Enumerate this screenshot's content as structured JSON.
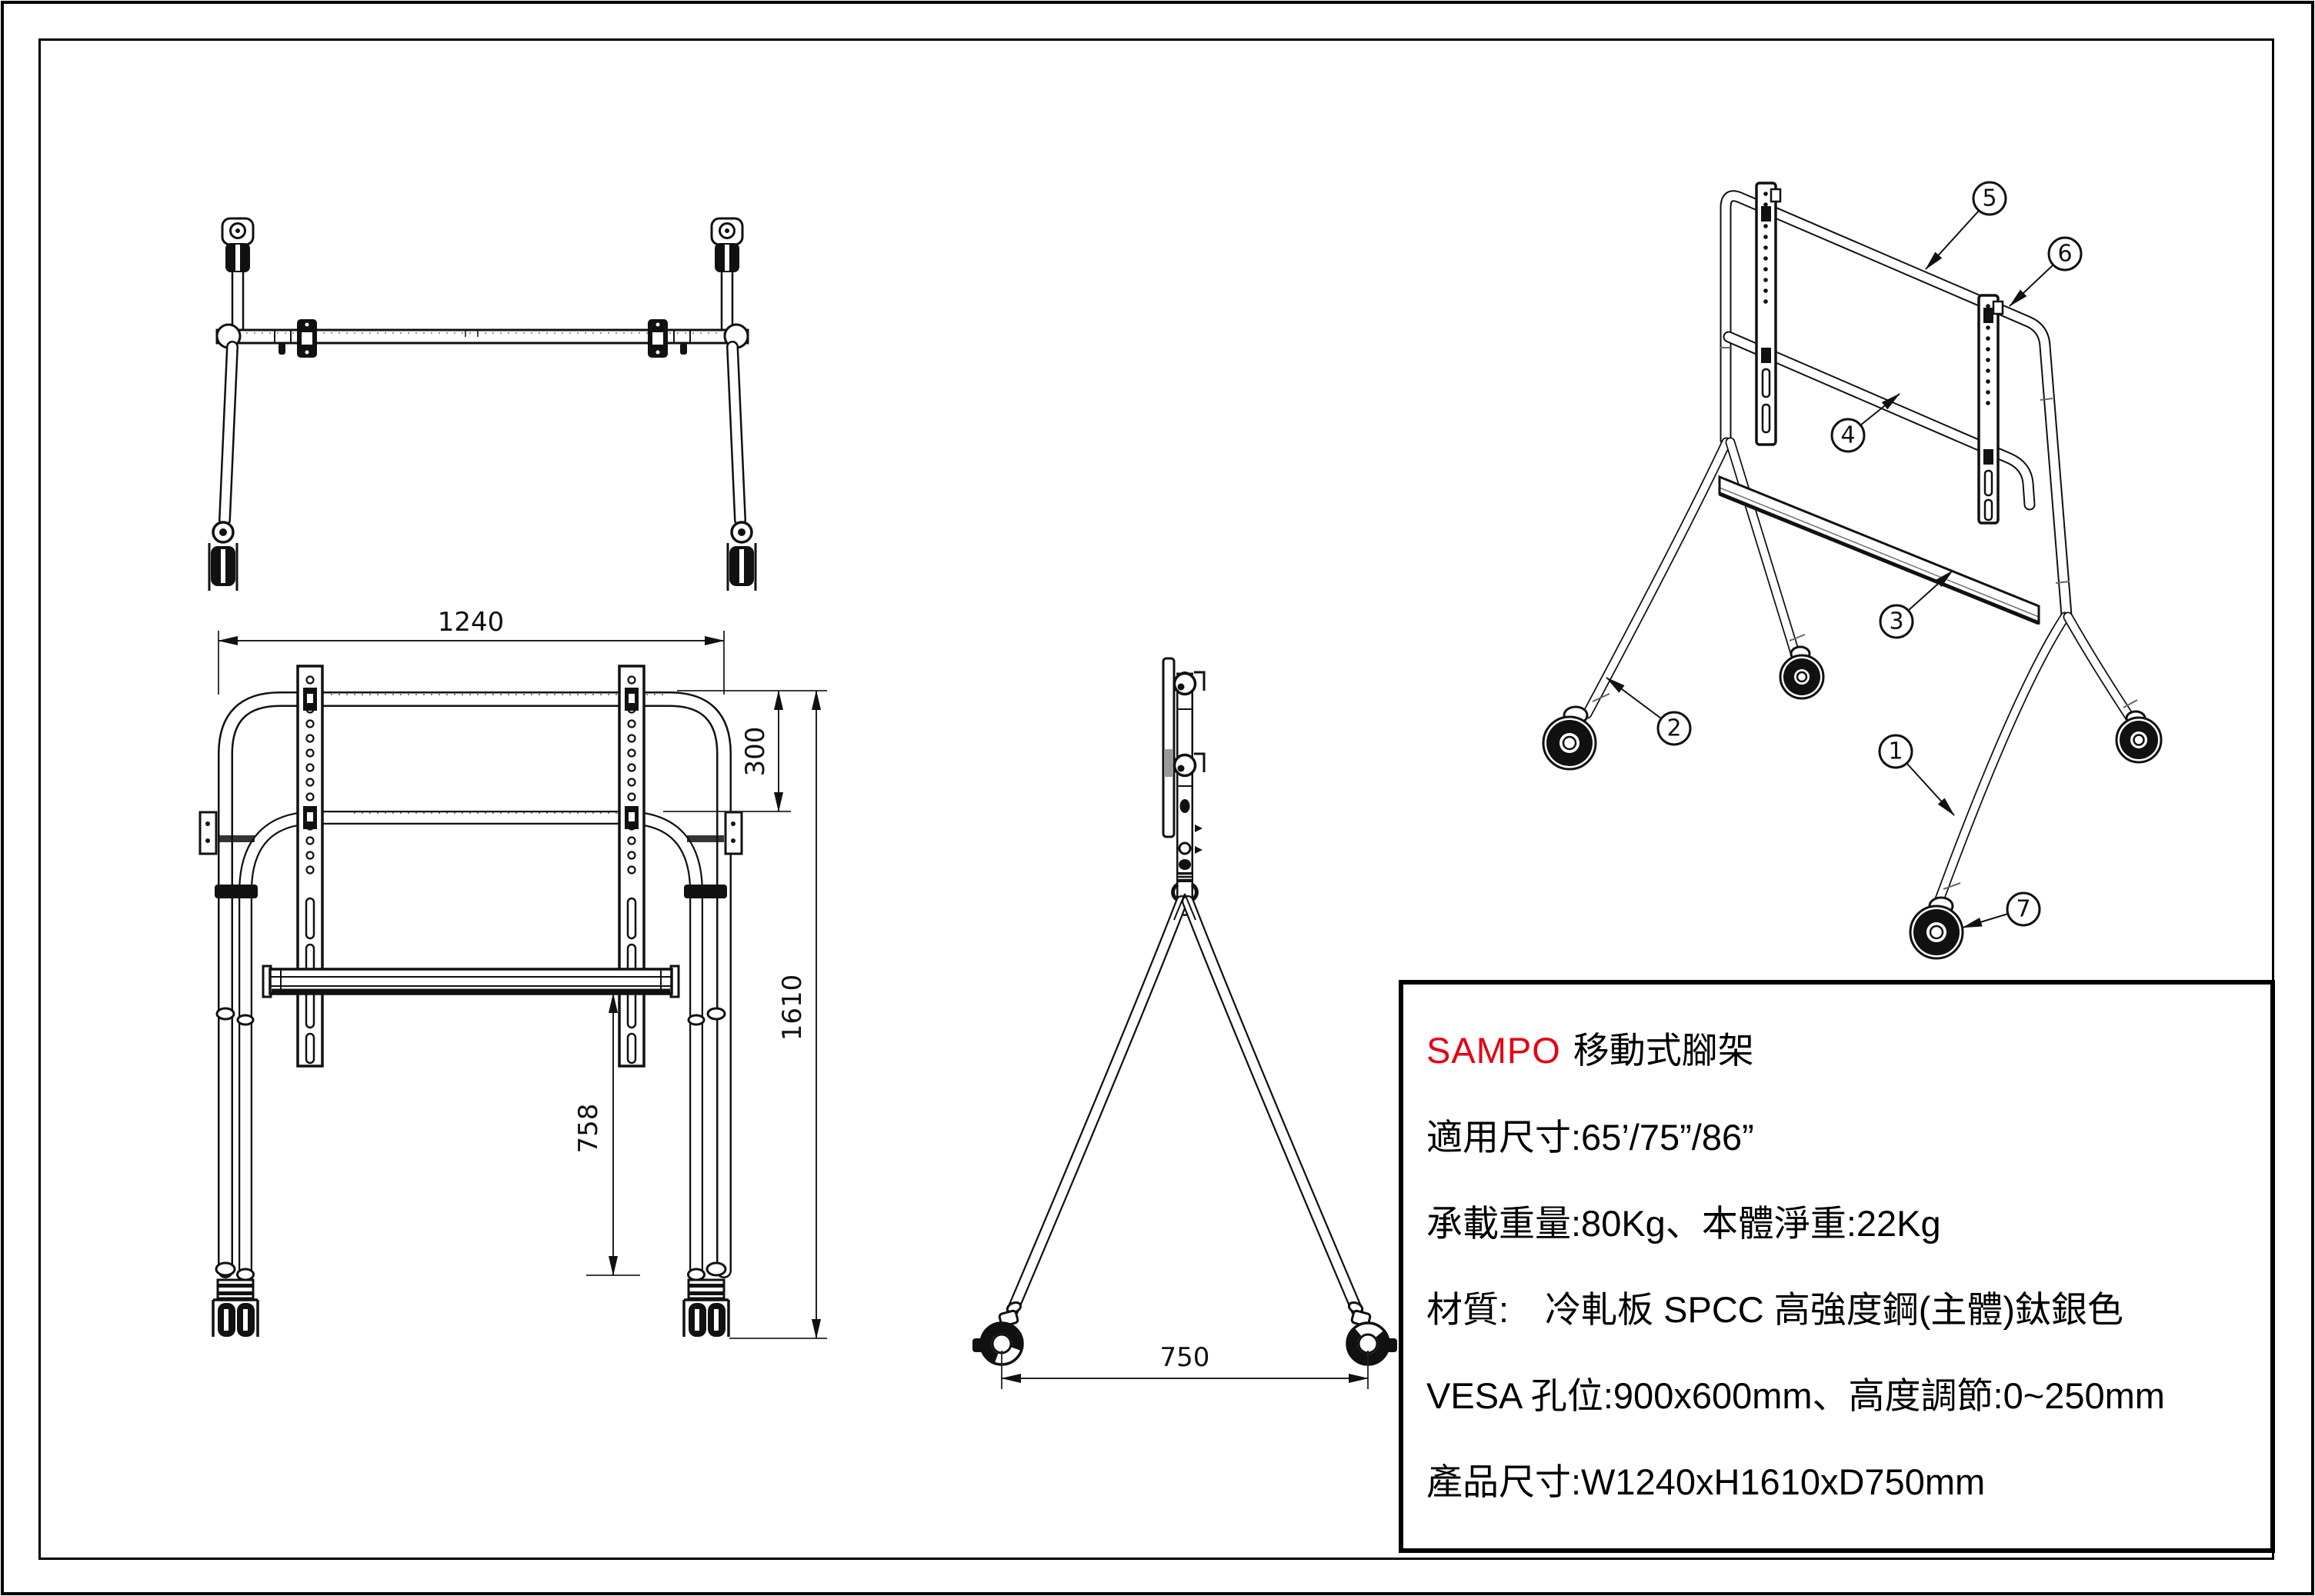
{
  "page": {
    "background": "#ffffff",
    "line_color": "#111111",
    "accent_red": "#e60012"
  },
  "dimensions": {
    "front_width": "1240",
    "front_rail_offset": "300",
    "front_total_height": "1610",
    "front_tray_height": "758",
    "side_depth": "750"
  },
  "callouts": {
    "labels": [
      "1",
      "2",
      "3",
      "4",
      "5",
      "6",
      "7"
    ]
  },
  "specs": {
    "brand": "SAMPO",
    "product": "移動式腳架",
    "lines": [
      "適用尺寸:65’/75”/86”",
      "承載重量:80Kg、本體淨重:22Kg",
      "材質:　冷軋板 SPCC 高強度鋼(主體)鈦銀色",
      "VESA 孔位:900x600mm、高度調節:0~250mm",
      "產品尺寸:W1240xH1610xD750mm"
    ]
  }
}
